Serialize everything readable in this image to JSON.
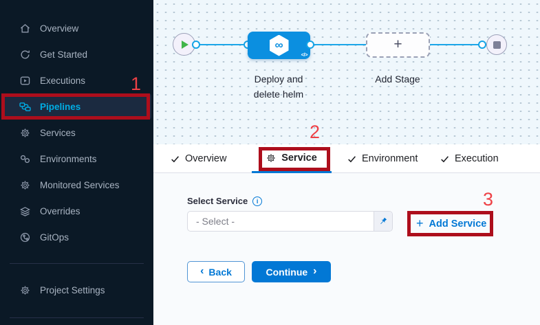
{
  "sidebar": {
    "items": [
      {
        "label": "Overview"
      },
      {
        "label": "Get Started"
      },
      {
        "label": "Executions"
      },
      {
        "label": "Pipelines",
        "active": true
      },
      {
        "label": "Services"
      },
      {
        "label": "Environments"
      },
      {
        "label": "Monitored Services"
      },
      {
        "label": "Overrides"
      },
      {
        "label": "GitOps"
      }
    ],
    "footer": {
      "label": "Project Settings"
    }
  },
  "canvas": {
    "stage_label": "Deploy and delete helm",
    "add_stage_label": "Add Stage"
  },
  "tabs": {
    "overview": "Overview",
    "service": "Service",
    "environment": "Environment",
    "execution": "Execution",
    "active_tab": "Service"
  },
  "form": {
    "select_service_label": "Select Service",
    "select_placeholder": "- Select -",
    "add_service_label": "Add Service",
    "back_label": "Back",
    "continue_label": "Continue"
  },
  "annotations": {
    "step1": "1",
    "step2": "2",
    "step3": "3"
  },
  "icons": {
    "chevron_left": "‹",
    "chevron_right": "›",
    "plus": "+",
    "infinity": "∞",
    "code_slash": "</>",
    "info": "i"
  },
  "colors": {
    "accent_blue": "#0278d5",
    "node_blue": "#0b8fe0",
    "active_cyan": "#00ade4",
    "annotation_box_red": "#ad0e1c",
    "annotation_number_red": "#ee4146",
    "line_blue": "#14a3e6",
    "play_green": "#42b54a",
    "sidebar_bg": "#0b1926",
    "canvas_bg": "#eff7fc"
  }
}
